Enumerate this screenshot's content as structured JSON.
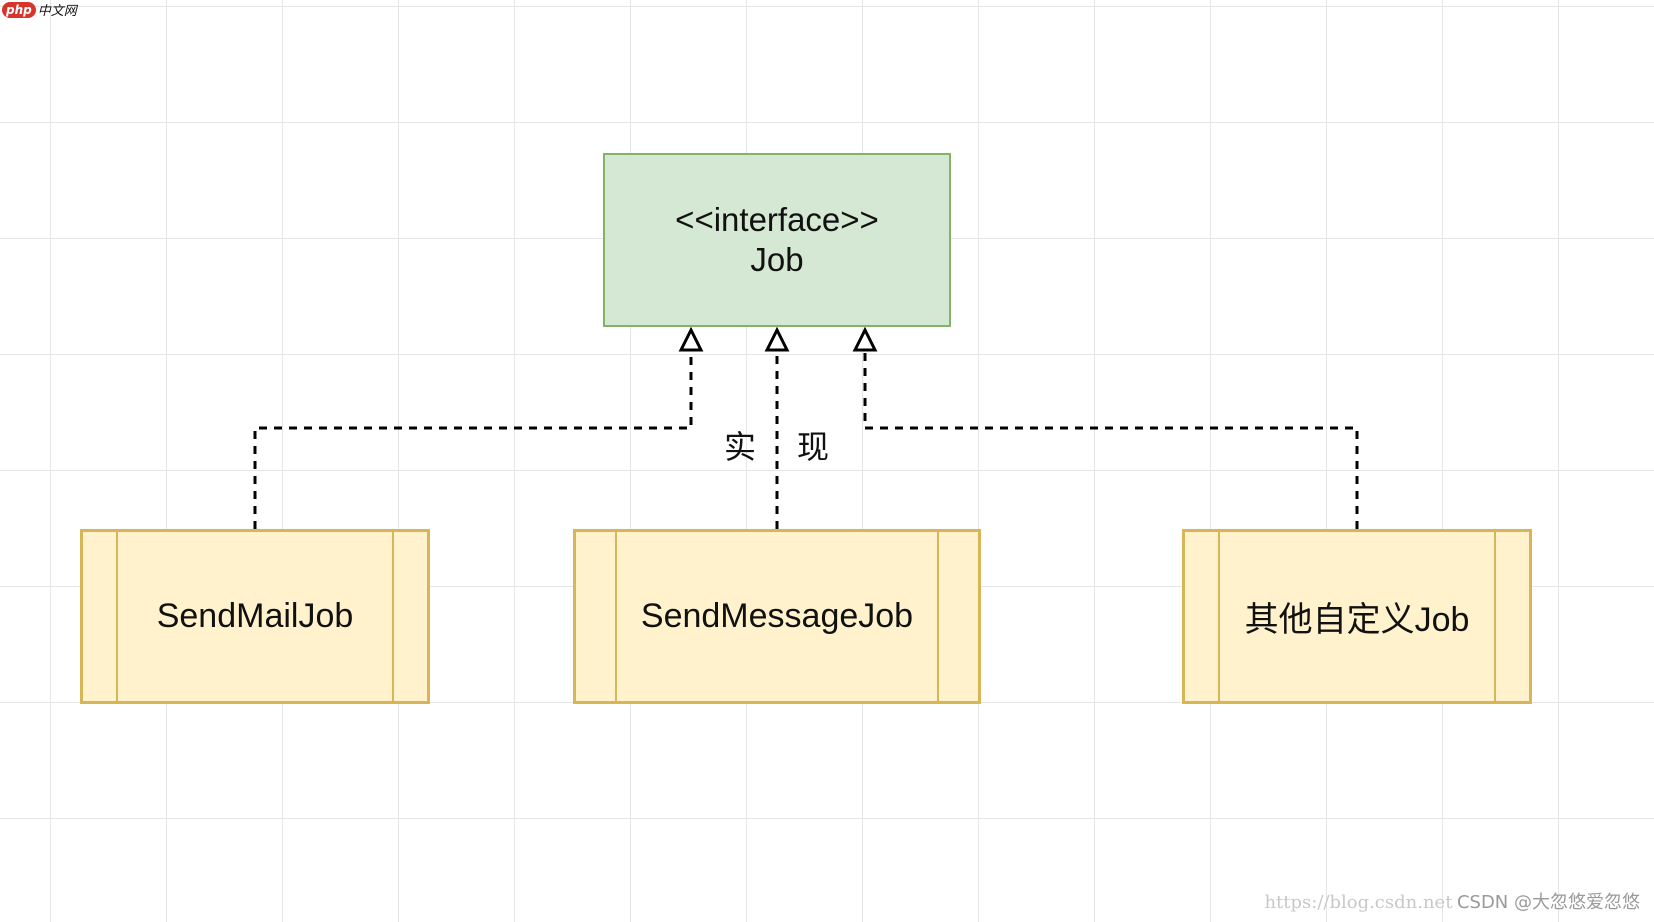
{
  "site_logo": {
    "mark": "php",
    "text": "中文网"
  },
  "interface": {
    "stereotype": "<<interface>>",
    "name": "Job"
  },
  "relationship_label": [
    "实",
    "现"
  ],
  "classes": [
    {
      "name": "SendMailJob"
    },
    {
      "name": "SendMessageJob"
    },
    {
      "name": "其他自定义Job"
    }
  ],
  "watermark": {
    "url": "https://blog.csdn.net",
    "author": "CSDN @大忽悠爱忽悠"
  },
  "colors": {
    "interface_fill": "#d5e8d4",
    "interface_border": "#82b366",
    "class_fill": "#fff2cc",
    "class_border": "#d6b656",
    "connector": "#000000",
    "grid": "#e6e6e6"
  }
}
